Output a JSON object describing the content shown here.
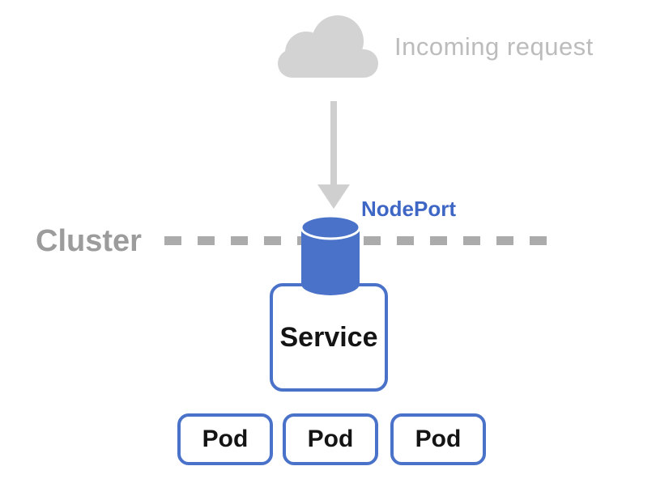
{
  "diagram": {
    "incoming_request_label": "Incoming request",
    "nodeport_label": "NodePort",
    "cluster_label": "Cluster",
    "service_label": "Service",
    "pods": [
      {
        "label": "Pod"
      },
      {
        "label": "Pod"
      },
      {
        "label": "Pod"
      }
    ],
    "icons": {
      "cloud": "cloud-icon",
      "arrow": "arrow-down-icon",
      "cylinder": "database-cylinder-icon"
    },
    "colors": {
      "accent_blue": "#4a72c8",
      "nodeport_text_blue": "#3e66c5",
      "cloud_gray": "#d3d3d3",
      "arrow_gray": "#cfcfcf",
      "incoming_text_gray": "#bcbcbc",
      "cluster_text_gray": "#9c9c9c",
      "dash_gray": "#ababab",
      "label_black": "#141414",
      "background": "#ffffff"
    }
  }
}
